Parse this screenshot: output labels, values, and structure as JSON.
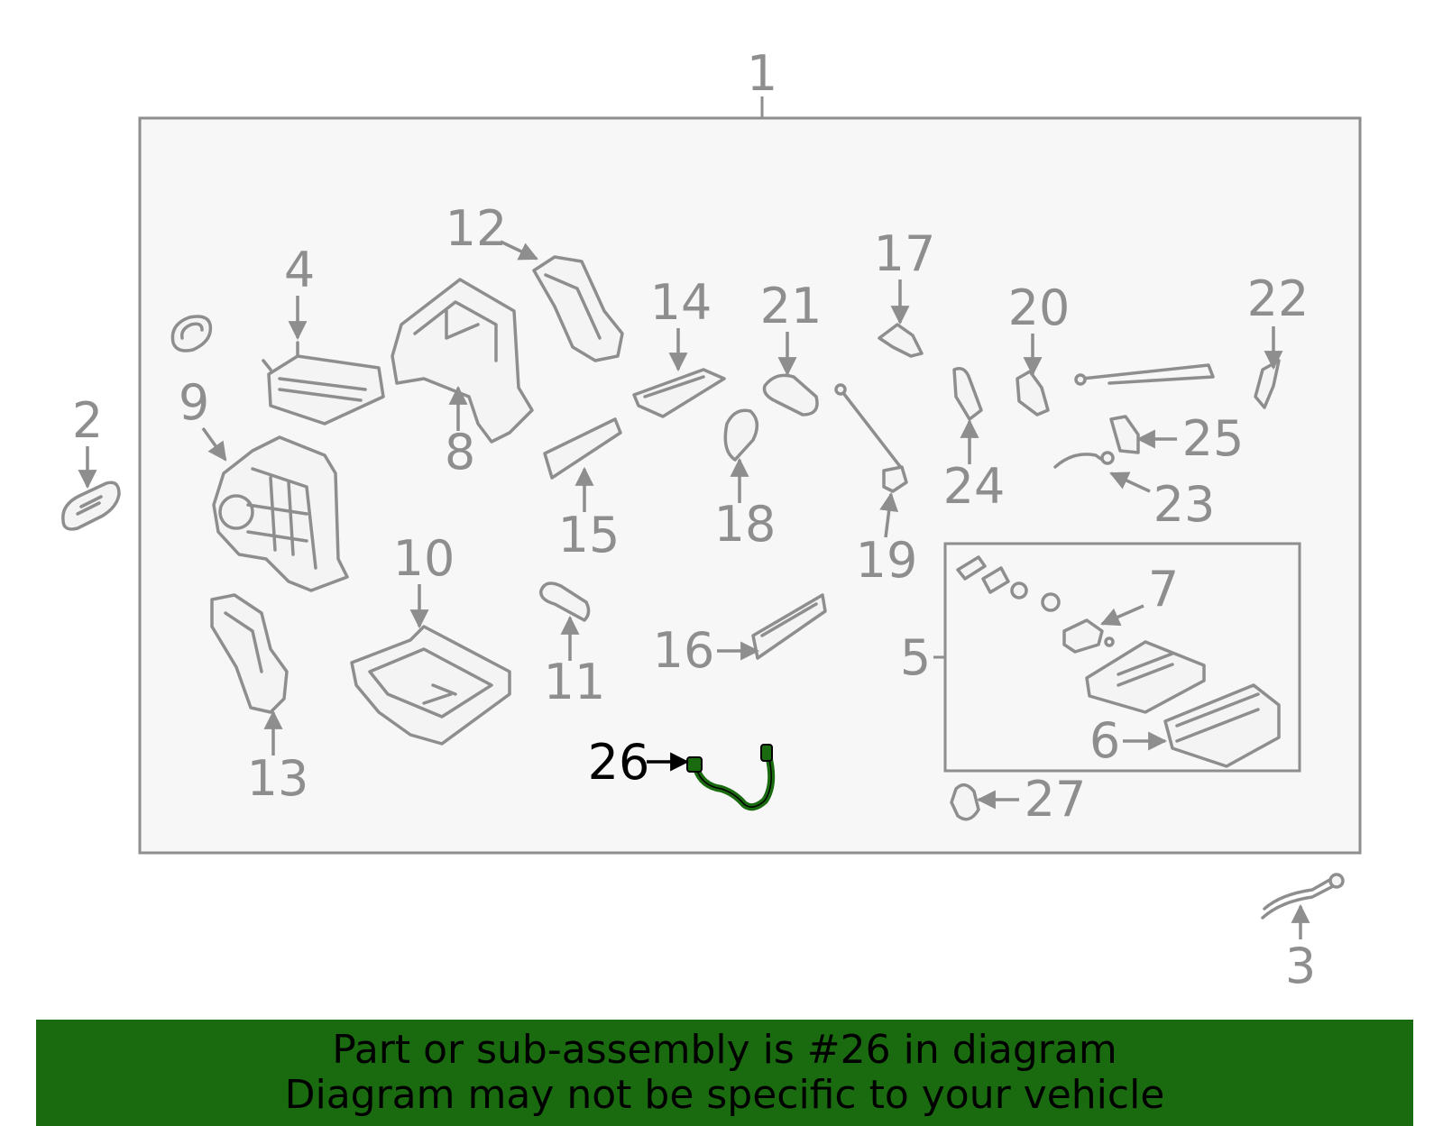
{
  "callouts": {
    "c1": "1",
    "c2": "2",
    "c3": "3",
    "c4": "4",
    "c5": "5",
    "c6": "6",
    "c7": "7",
    "c8": "8",
    "c9": "9",
    "c10": "10",
    "c11": "11",
    "c12": "12",
    "c13": "13",
    "c14": "14",
    "c15": "15",
    "c16": "16",
    "c17": "17",
    "c18": "18",
    "c19": "19",
    "c20": "20",
    "c21": "21",
    "c22": "22",
    "c23": "23",
    "c24": "24",
    "c25": "25",
    "c26": "26",
    "c27": "27"
  },
  "highlighted_part": "26",
  "colors": {
    "highlight_part": "#1a6b0f",
    "banner_background": "#1a6b0f",
    "line_art": "#8e8e8e",
    "panel_background": "#f7f7f7"
  },
  "banner": {
    "line1": "Part or sub-assembly is #26 in diagram",
    "line2": "Diagram may not be specific to your vehicle"
  }
}
